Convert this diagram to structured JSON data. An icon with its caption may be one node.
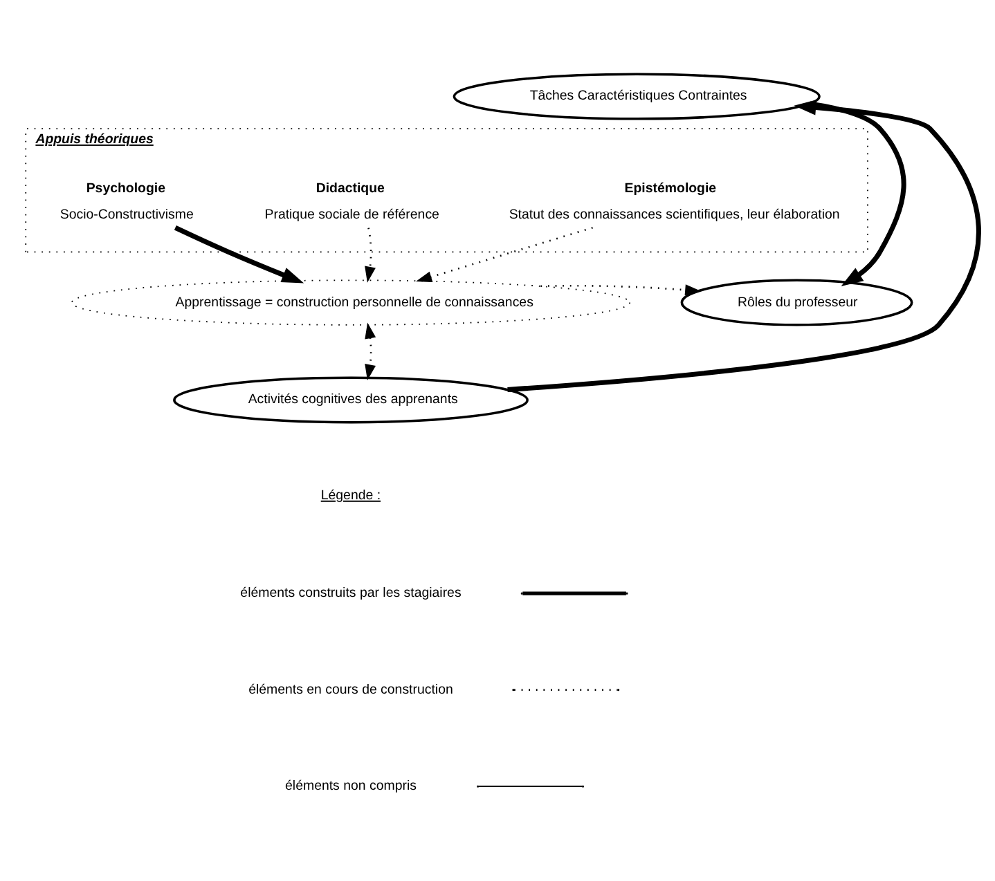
{
  "diagram": {
    "nodes": [
      {
        "text": [
          "Tâches Caractéristiques Contraintes"
        ]
      },
      {
        "text": [
          "Appuis théoriques"
        ]
      },
      {
        "text": [
          "Psychologie",
          "Socio-Constructivisme"
        ],
        "in": 1
      },
      {
        "text": [
          "Didactique",
          "Pratique sociale de référence"
        ],
        "in": 1
      },
      {
        "text": [
          "Epistémologie",
          "Statut des connaissances scientifiques, leur élaboration"
        ],
        "in": 1
      },
      {
        "text": [
          "Rôles du professeur"
        ]
      },
      {
        "text": [
          "Apprentissage = construction personnelle de connaissances"
        ]
      },
      {
        "text": [
          "Activités cognitives des apprenants"
        ]
      }
    ],
    "edges": [
      {
        "from": 0,
        "to": 5,
        "arrow": "to",
        "style": "thick"
      },
      {
        "from": 7,
        "to": 0,
        "arrow": "to",
        "style": "thick"
      },
      {
        "from": 2,
        "to": 6,
        "arrow": "to",
        "style": "thick"
      },
      {
        "from": 3,
        "to": 6,
        "arrow": "to",
        "style": "dashed"
      },
      {
        "from": 4,
        "to": 6,
        "arrow": "to",
        "style": "dashed"
      },
      {
        "from": 6,
        "to": 5,
        "arrow": "to",
        "style": "dashed"
      },
      {
        "from": 6,
        "to": 7,
        "arrow": "both",
        "style": "dashed"
      }
    ],
    "labels": [
      "Légende :"
    ],
    "legend": [
      {
        "text": "éléments construits par les stagiaires"
      },
      {
        "text": "éléments en cours de construction"
      },
      {
        "text": "éléments non compris"
      }
    ]
  }
}
